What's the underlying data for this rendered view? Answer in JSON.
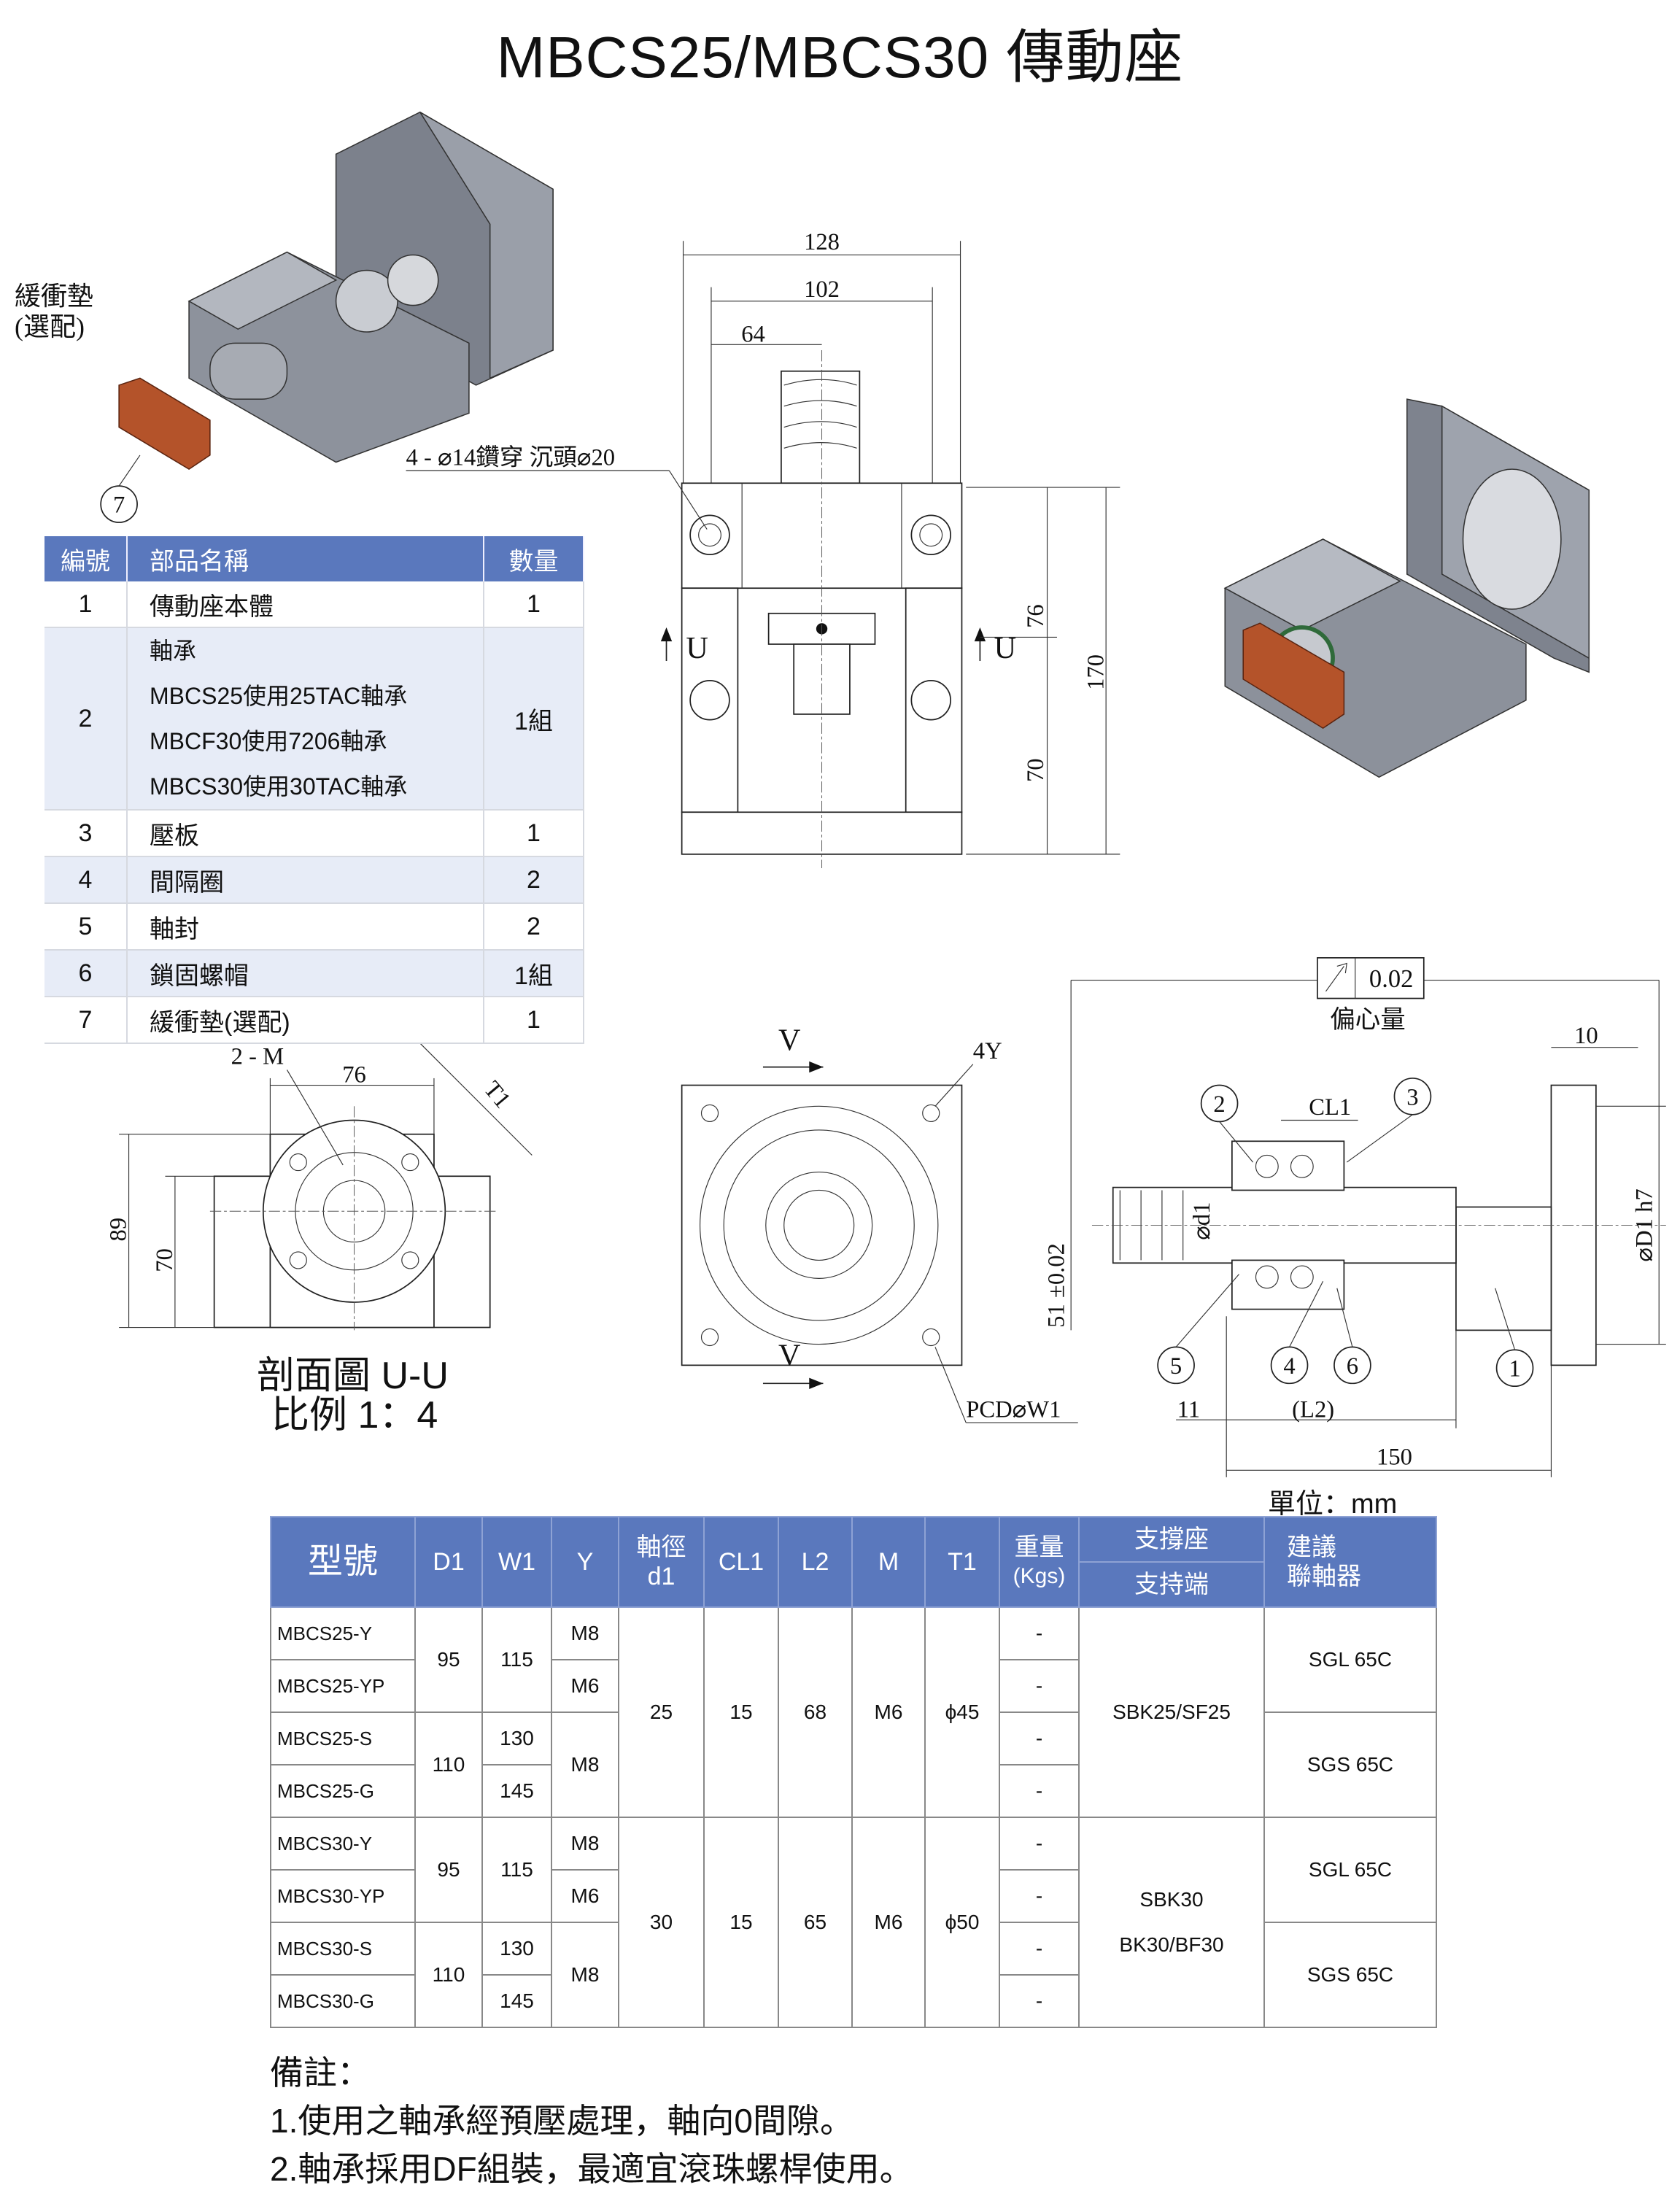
{
  "title": "MBCS25/MBCS30 傳動座",
  "render_labels": {
    "buffer_pad": "緩衝墊",
    "buffer_optional": "(選配)",
    "balloon": "7"
  },
  "parts_table": {
    "headers": {
      "no": "編號",
      "name": "部品名稱",
      "qty": "數量"
    },
    "rows": [
      {
        "no": "1",
        "name": "傳動座本體",
        "qty": "1"
      },
      {
        "no": "2",
        "name": "軸承",
        "name2": "MBCS25使用25TAC軸承",
        "name3": "MBCF30使用7206軸承",
        "name4": "MBCS30使用30TAC軸承",
        "qty": "1組"
      },
      {
        "no": "3",
        "name": "壓板",
        "qty": "1"
      },
      {
        "no": "4",
        "name": "間隔圈",
        "qty": "2"
      },
      {
        "no": "5",
        "name": "軸封",
        "qty": "2"
      },
      {
        "no": "6",
        "name": "鎖固螺帽",
        "qty": "1組"
      },
      {
        "no": "7",
        "name": "緩衝墊(選配)",
        "qty": "1"
      }
    ]
  },
  "drawings": {
    "front": {
      "dim_128": "128",
      "dim_102": "102",
      "dim_64": "64",
      "hole_note": "4 - ⌀14鑽穿 沉頭⌀20",
      "dim_76": "76",
      "dim_70": "70",
      "dim_170": "170",
      "section_mark": "U"
    },
    "section": {
      "dim_M": "2 - M",
      "dim_76": "76",
      "dim_T1": "T1",
      "dim_89": "89",
      "dim_70": "70",
      "caption": "剖面圖 U-U",
      "scale": "比例 1：4"
    },
    "flange": {
      "section_mark": "V",
      "holes": "4Y",
      "pcd": "PCD⌀W1"
    },
    "side": {
      "runout": "0.02",
      "runout_label": "偏心量",
      "dim_10": "10",
      "dim_CL1": "CL1",
      "dim_d1": "⌀d1",
      "dim_D1": "⌀D1 h7",
      "dim_51": "51 ±0.02",
      "dim_11": "11",
      "dim_L2": "(L2)",
      "dim_150": "150",
      "balloons": [
        "1",
        "2",
        "3",
        "4",
        "5",
        "6"
      ]
    }
  },
  "unit_label": "單位：mm",
  "spec_table": {
    "headers": {
      "model": "型號",
      "D1": "D1",
      "W1": "W1",
      "Y": "Y",
      "shaft1": "軸徑",
      "shaft2": "d1",
      "CL1": "CL1",
      "L2": "L2",
      "M": "M",
      "T1": "T1",
      "weight1": "重量",
      "weight2": "(Kgs)",
      "support1": "支撐座",
      "support2": "支持端",
      "coupling1": "建議",
      "coupling2": "聯軸器"
    },
    "groups": [
      {
        "models": [
          "MBCS25-Y",
          "MBCS25-YP",
          "MBCS25-S",
          "MBCS25-G"
        ],
        "D1": [
          "95",
          "110"
        ],
        "W1": [
          "115",
          "130",
          "145"
        ],
        "Y": [
          "M8",
          "M6",
          "M8"
        ],
        "d1": "25",
        "CL1": "15",
        "L2": "68",
        "M": "M6",
        "T1": "ϕ45",
        "weights": [
          "-",
          "-",
          "-",
          "-"
        ],
        "support": [
          "SBK25/SF25",
          ""
        ],
        "couplings": [
          "SGL 65C",
          "SGS 65C"
        ]
      },
      {
        "models": [
          "MBCS30-Y",
          "MBCS30-YP",
          "MBCS30-S",
          "MBCS30-G"
        ],
        "D1": [
          "95",
          "110"
        ],
        "W1": [
          "115",
          "130",
          "145"
        ],
        "Y": [
          "M8",
          "M6",
          "M8"
        ],
        "d1": "30",
        "CL1": "15",
        "L2": "65",
        "M": "M6",
        "T1": "ϕ50",
        "weights": [
          "-",
          "-",
          "-",
          "-"
        ],
        "support": [
          "SBK30",
          "BK30/BF30"
        ],
        "couplings": [
          "SGL 65C",
          "SGS 65C"
        ]
      }
    ]
  },
  "notes": {
    "title": "備註：",
    "items": [
      "1.使用之軸承經預壓處理，軸向0間隙。",
      "2.軸承採用DF組裝，最適宜滾珠螺桿使用。"
    ]
  }
}
